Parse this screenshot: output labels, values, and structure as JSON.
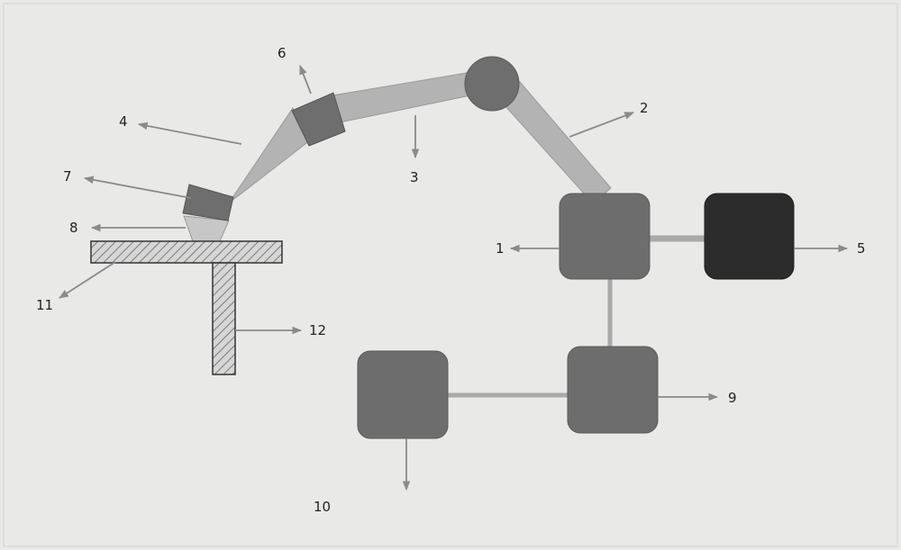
{
  "labels": {
    "l1": "1",
    "l2": "2",
    "l3": "3",
    "l4": "4",
    "l5": "5",
    "l6": "6",
    "l7": "7",
    "l8": "8",
    "l9": "9",
    "l10": "10",
    "l11": "11",
    "l12": "12"
  },
  "colors": {
    "background": "#e9e9e8",
    "arm_link": "#b3b3b3",
    "joint": "#6e6e6e",
    "controller": "#6d6d6d",
    "dark_box": "#2c2c2c",
    "connector": "#aaaaaa",
    "leader": "#8a8a8a"
  }
}
